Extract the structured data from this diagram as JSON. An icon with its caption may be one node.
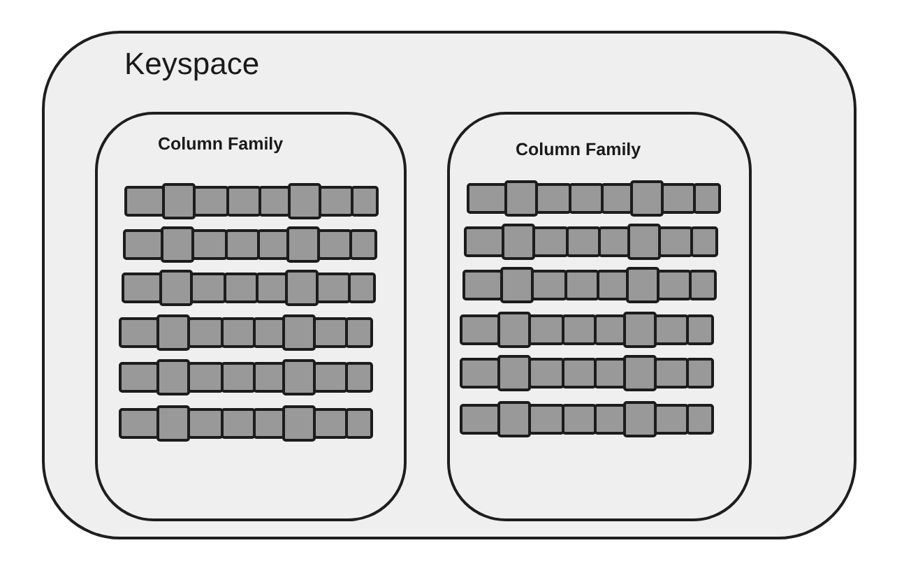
{
  "diagram": {
    "nodes": [
      {
        "text": [
          "Keyspace"
        ]
      },
      {
        "text": [
          "Column Family"
        ],
        "in": 0
      },
      {
        "text": [],
        "shape": "bar",
        "in": 1
      },
      {
        "text": [],
        "shape": "bar",
        "in": 1
      },
      {
        "text": [],
        "shape": "bar",
        "in": 1
      },
      {
        "text": [],
        "shape": "bar",
        "in": 1
      },
      {
        "text": [],
        "shape": "bar",
        "in": 1
      },
      {
        "text": [],
        "shape": "bar",
        "in": 1
      },
      {
        "text": [
          "Column Family"
        ],
        "in": 0
      },
      {
        "text": [],
        "shape": "bar",
        "in": 8
      },
      {
        "text": [],
        "shape": "bar",
        "in": 8
      },
      {
        "text": [],
        "shape": "bar",
        "in": 8
      },
      {
        "text": [],
        "shape": "bar",
        "in": 8
      },
      {
        "text": [],
        "shape": "bar",
        "in": 8
      },
      {
        "text": [],
        "shape": "bar",
        "in": 8
      }
    ]
  }
}
